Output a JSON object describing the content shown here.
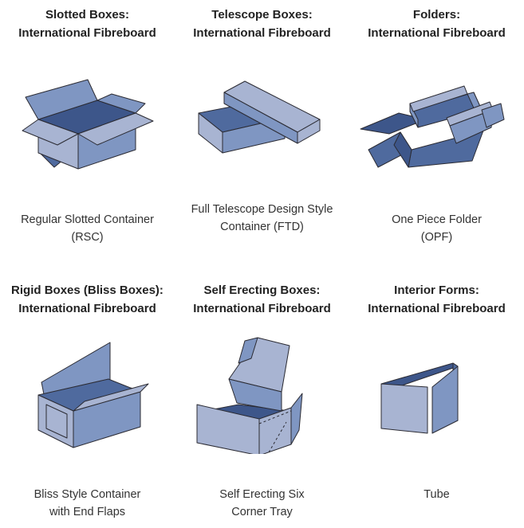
{
  "cells": [
    {
      "title_line1": "Slotted Boxes:",
      "title_line2": "International Fibreboard",
      "caption_line1": "Regular Slotted Container",
      "caption_line2": "(RSC)"
    },
    {
      "title_line1": "Telescope Boxes:",
      "title_line2": "International Fibreboard",
      "caption_line1": "Full Telescope Design Style",
      "caption_line2": "Container (FTD)"
    },
    {
      "title_line1": "Folders:",
      "title_line2": "International Fibreboard",
      "caption_line1": "One Piece Folder",
      "caption_line2": "(OPF)"
    },
    {
      "title_line1": "Rigid Boxes (Bliss Boxes):",
      "title_line2": "International Fibreboard",
      "caption_line1": "Bliss Style Container",
      "caption_line2": "with End Flaps"
    },
    {
      "title_line1": "Self Erecting Boxes:",
      "title_line2": "International Fibreboard",
      "caption_line1": "Self Erecting Six",
      "caption_line2": "Corner Tray"
    },
    {
      "title_line1": "Interior Forms:",
      "title_line2": "International Fibreboard",
      "caption_line1": "Tube",
      "caption_line2": ""
    }
  ],
  "colors": {
    "light": "#a8b4d2",
    "mid": "#7f96c2",
    "dark": "#4f6a9e",
    "darkest": "#3d568a",
    "stroke": "#2b2b33"
  }
}
